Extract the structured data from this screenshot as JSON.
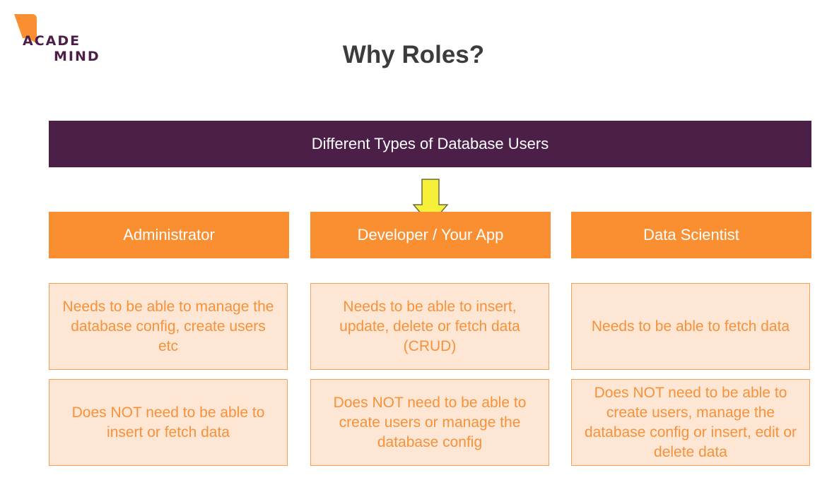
{
  "logo": {
    "line1": "ACADE",
    "line2": "MIND"
  },
  "title": "Why Roles?",
  "banner": "Different Types of Database Users",
  "roles": [
    {
      "name": "Administrator",
      "needs": "Needs to be able to manage the database config, create users etc",
      "not_needed": "Does NOT need to be able to insert or fetch data"
    },
    {
      "name": "Developer / Your App",
      "needs": "Needs to be able to insert, update, delete or fetch data (CRUD)",
      "not_needed": "Does NOT need to be able to create users or manage the database config"
    },
    {
      "name": "Data Scientist",
      "needs": "Needs to be able to fetch data",
      "not_needed": "Does NOT need to be able to create users, manage the database config or insert, edit or delete data"
    }
  ],
  "colors": {
    "purple": "#4c1f49",
    "orange": "#f98f31",
    "box_fill": "#fde6d3",
    "box_text": "#f7913a",
    "arrow": "#f7f03a"
  }
}
